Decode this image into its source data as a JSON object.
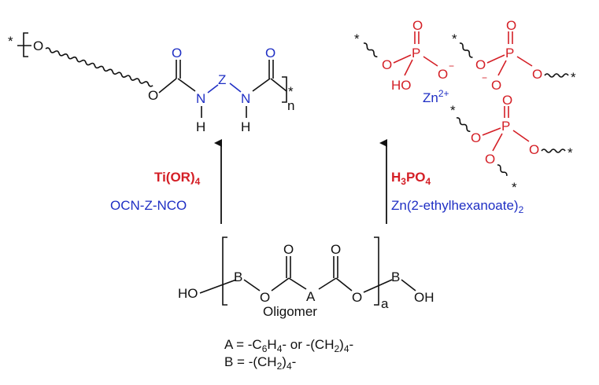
{
  "colors": {
    "black": "#111111",
    "blue": "#1f2fc4",
    "red": "#d41f26"
  },
  "arrow_labels": {
    "left_catalyst": "Ti(OR)",
    "left_catalyst_sub": "4",
    "left_reagent": "OCN-Z-NCO",
    "right_acid_H": "H",
    "right_acid_3": "3",
    "right_acid_PO": "PO",
    "right_acid_4": "4",
    "right_reagent": "Zn(2-ethylhexanoate)",
    "right_reagent_sub": "2"
  },
  "polyurethane": {
    "star": "*",
    "oxygen": "O",
    "n_atom": "N",
    "z_atom": "Z",
    "h_atom": "H",
    "repeat": "n"
  },
  "phosphate": {
    "star": "*",
    "oxygen": "O",
    "phosphorus": "P",
    "ho": "HO",
    "minus": "−",
    "zinc": "Zn",
    "zinc_charge": "2+"
  },
  "oligomer": {
    "ho": "HO",
    "b_atom": "B",
    "a_atom": "A",
    "oxygen": "O",
    "oh": "OH",
    "name": "Oligomer",
    "repeat": "a"
  },
  "definitions": {
    "a_prefix": "A = -C",
    "a_sub1": "6",
    "a_mid": "H",
    "a_sub2": "4",
    "a_or": "- or -(CH",
    "a_sub3": "2",
    "a_close": ")",
    "a_sub4": "4",
    "a_end": "-",
    "b_prefix": "B = -(CH",
    "b_sub1": "2",
    "b_close": ")",
    "b_sub2": "4",
    "b_end": "-"
  }
}
